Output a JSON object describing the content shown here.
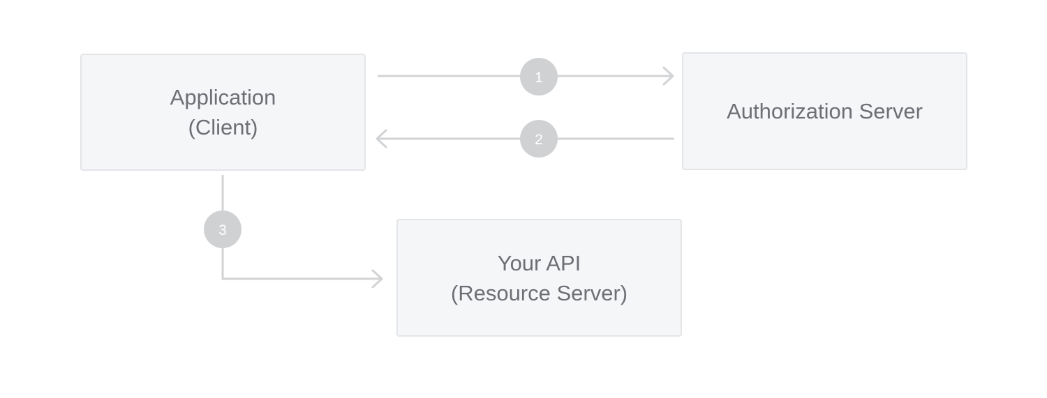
{
  "nodes": {
    "client": {
      "line1": "Application",
      "line2": "(Client)"
    },
    "auth": {
      "line1": "Authorization Server"
    },
    "api": {
      "line1": "Your API",
      "line2": "(Resource Server)"
    }
  },
  "steps": [
    {
      "label": "1",
      "from": "client",
      "to": "auth"
    },
    {
      "label": "2",
      "from": "auth",
      "to": "client"
    },
    {
      "label": "3",
      "from": "client",
      "to": "api"
    }
  ],
  "colors": {
    "box_fill": "#f5f6f8",
    "box_border": "#e4e5e8",
    "text": "#6d6f75",
    "connector": "#d2d3d5",
    "badge": "#d0d1d3"
  }
}
